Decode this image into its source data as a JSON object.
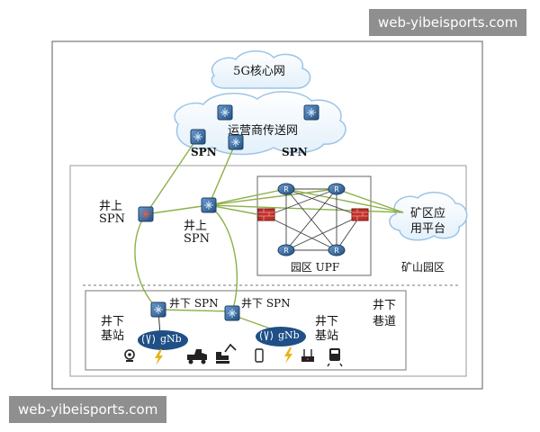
{
  "watermark": {
    "text": "web-yibeisports.com"
  },
  "core_network": {
    "label": "5G核心网"
  },
  "carrier_network": {
    "label": "运营商传送网",
    "spn_left": "SPN",
    "spn_right": "SPN"
  },
  "surface": {
    "spn_a_line1": "井上",
    "spn_a_line2": "SPN",
    "spn_b_line1": "井上",
    "spn_b_line2": "SPN"
  },
  "park": {
    "upf_label": "园区 UPF",
    "region_label": "矿山园区"
  },
  "app_platform": {
    "line1": "矿区应",
    "line2": "用平台"
  },
  "underground": {
    "spn_left": "井下 SPN",
    "spn_right": "井下 SPN",
    "tunnel_line1": "井下",
    "tunnel_line2": "巷道",
    "bs_left_line1": "井下",
    "bs_left_line2": "基站",
    "bs_right_line1": "井下",
    "bs_right_line2": "基站",
    "gnb_left": "gNb",
    "gnb_right": "gNb"
  },
  "icons": [
    "camera-icon",
    "lightning-icon",
    "mining-truck-icon",
    "excavator-icon",
    "phone-icon",
    "lightning-icon",
    "router-antenna-icon",
    "train-icon"
  ],
  "colors": {
    "link": "#8db04a",
    "device": "#3a6ea5",
    "firewall": "#c0302a",
    "border": "#777777"
  }
}
